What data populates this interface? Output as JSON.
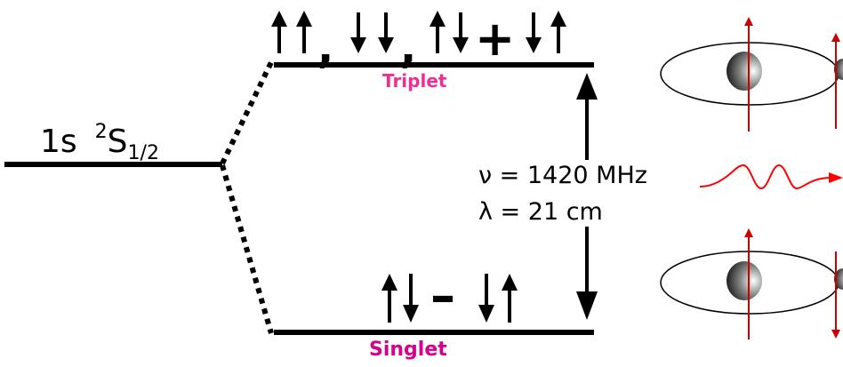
{
  "ground_state": {
    "label": "1s",
    "term_sup": "2",
    "term_letter": "S",
    "term_sub": "1/2"
  },
  "triplet": {
    "label": "Triplet",
    "separator_1": ",",
    "separator_2": ",",
    "plus": "+"
  },
  "singlet": {
    "label": "Singlet",
    "minus": "–"
  },
  "transition": {
    "frequency": "ν = 1420 MHz",
    "wavelength": "λ = 21 cm"
  },
  "colors": {
    "level_line": "#000000",
    "triplet_label": "#ee2e96",
    "singlet_label": "#d6008c",
    "spin_arrow": "#cc0000",
    "photon": "#ff0000"
  },
  "icons": [
    "spin-up-arrow-icon",
    "spin-down-arrow-icon",
    "atom-orbit-icon",
    "photon-wave-icon"
  ]
}
